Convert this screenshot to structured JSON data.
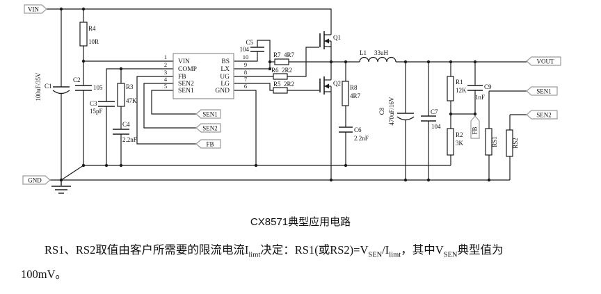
{
  "diagram": {
    "flags": {
      "vin": "VIN",
      "gnd": "GND",
      "vout": "VOUT",
      "sen1_tap": "SEN1",
      "sen2_tap": "SEN2",
      "fb_tap": "FB",
      "sen1_in": "SEN1",
      "sen2_in": "SEN2",
      "fb_node": "FB"
    },
    "ic": {
      "pins_left": [
        {
          "num": "1",
          "name": "VIN"
        },
        {
          "num": "2",
          "name": "COMP"
        },
        {
          "num": "3",
          "name": "FB"
        },
        {
          "num": "4",
          "name": "SEN2"
        },
        {
          "num": "5",
          "name": "SEN1"
        }
      ],
      "pins_right": [
        {
          "num": "10",
          "name": "BS"
        },
        {
          "num": "9",
          "name": "LX"
        },
        {
          "num": "8",
          "name": "UG"
        },
        {
          "num": "7",
          "name": "LG"
        },
        {
          "num": "6",
          "name": "GND"
        }
      ]
    },
    "parts": {
      "r4": {
        "ref": "R4",
        "val": "10R"
      },
      "c1": {
        "ref": "C1",
        "val": "100uF/35V"
      },
      "c2": {
        "ref": "C2",
        "val": "105"
      },
      "c3": {
        "ref": "C3",
        "val": "15pF"
      },
      "r3": {
        "ref": "R3",
        "val": "47K"
      },
      "c4": {
        "ref": "C4",
        "val": "2.2nF"
      },
      "c5": {
        "ref": "C5",
        "val": "104"
      },
      "r7": {
        "ref": "R7",
        "val": "4R7"
      },
      "r6": {
        "ref": "R6",
        "val": "2R2"
      },
      "r5": {
        "ref": "R5",
        "val": "2R2"
      },
      "q1": {
        "ref": "Q1"
      },
      "q2": {
        "ref": "Q2"
      },
      "r8": {
        "ref": "R8",
        "val": "4R7"
      },
      "c6": {
        "ref": "C6",
        "val": "2.2nF"
      },
      "l1": {
        "ref": "L1",
        "val": "33uH"
      },
      "c8": {
        "ref": "C8",
        "val": "470uF/16V"
      },
      "c7": {
        "ref": "C7",
        "val": "104"
      },
      "r1": {
        "ref": "R1",
        "val": "12K"
      },
      "c9": {
        "ref": "C9",
        "val": "1nF"
      },
      "r2": {
        "ref": "R2",
        "val": "3K"
      },
      "rs1": {
        "ref": "RS1"
      },
      "rs2": {
        "ref": "RS2"
      }
    }
  },
  "caption": {
    "title": "CX8571典型应用电路"
  },
  "note": {
    "line1": [
      {
        "t": "RS1、RS2取值由客户所需要的限流电流I"
      },
      {
        "t": "limt",
        "sub": true
      },
      {
        "t": "决定：RS1(或RS2)=V"
      },
      {
        "t": "SEN",
        "sub": true
      },
      {
        "t": "/I"
      },
      {
        "t": "limt",
        "sub": true
      },
      {
        "t": "，其中V"
      },
      {
        "t": "SEN",
        "sub": true
      },
      {
        "t": "典型值为"
      }
    ],
    "line2": "100mV。"
  }
}
